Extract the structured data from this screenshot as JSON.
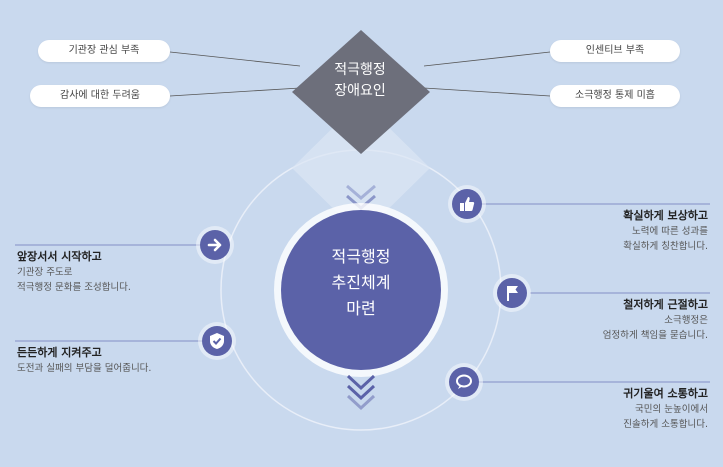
{
  "barriers": {
    "title_line1": "적극행정",
    "title_line2": "장애요인",
    "left": [
      "기관장 관심 부족",
      "감사에 대한 두려움"
    ],
    "right": [
      "인센티브 부족",
      "소극행정 통제 미흡"
    ]
  },
  "center": {
    "line1": "적극행정",
    "line2": "추진체계",
    "line3": "마련"
  },
  "left_items": [
    {
      "title": "앞장서서 시작하고",
      "desc": [
        "기관장 주도로",
        "적극행정 문화를 조성합니다."
      ],
      "icon": "arrow-right-icon"
    },
    {
      "title": "든든하게 지켜주고",
      "desc": [
        "도전과 실패의 부담을 덜어줍니다."
      ],
      "icon": "shield-check-icon"
    }
  ],
  "right_items": [
    {
      "title": "확실하게 보상하고",
      "desc": [
        "노력에 따른 성과를",
        "확실하게 칭찬합니다."
      ],
      "icon": "thumbs-up-icon"
    },
    {
      "title": "철저하게 근절하고",
      "desc": [
        "소극행정은",
        "엄정하게 책임을 묻습니다."
      ],
      "icon": "flag-icon"
    },
    {
      "title": "귀기울여 소통하고",
      "desc": [
        "국민의 눈높이에서",
        "진솔하게 소통합니다."
      ],
      "icon": "chat-bubble-icon"
    }
  ],
  "colors": {
    "background": "#c9d9ee",
    "diamond": "#6d6f7b",
    "center_circle": "#5b62a8",
    "icon": "#5b62a8",
    "chevron": "#6b76b8"
  }
}
